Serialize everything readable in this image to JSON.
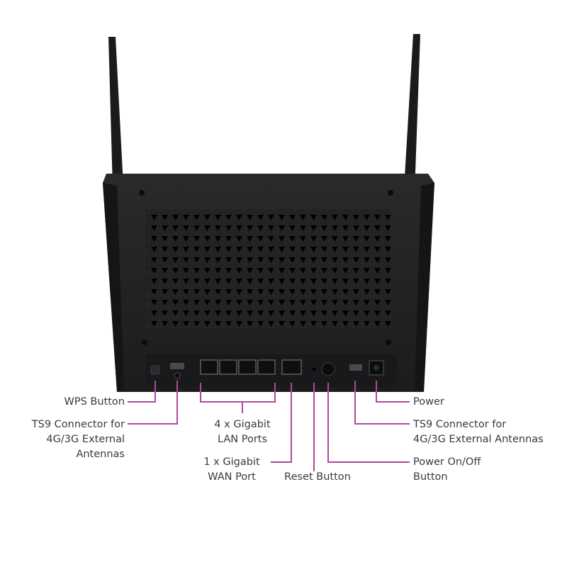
{
  "labels": {
    "wps_button": "WPS Button",
    "ts9_left_line1": "TS9 Connector for",
    "ts9_left_line2": "4G/3G External",
    "ts9_left_line3": "Antennas",
    "lan_line1": "4 x Gigabit",
    "lan_line2": "LAN Ports",
    "wan_line1": "1 x Gigabit",
    "wan_line2": "WAN Port",
    "reset_button": "Reset Button",
    "power": "Power",
    "ts9_right_line1": "TS9 Connector for",
    "ts9_right_line2": "4G/3G External Antennas",
    "power_onoff_line1": "Power On/Off",
    "power_onoff_line2": "Button"
  },
  "colors": {
    "callout_line": "#b0479f",
    "router_body": "#1f1f21",
    "label_text": "#3a3a3a"
  },
  "icons": [
    "antenna-icon",
    "ethernet-port-icon",
    "power-jack-icon"
  ]
}
